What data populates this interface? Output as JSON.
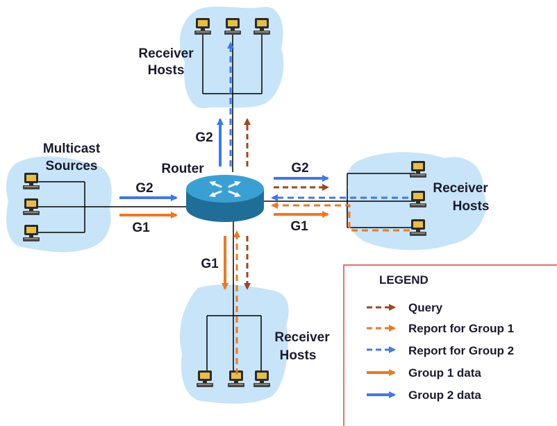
{
  "labels": {
    "multicast_sources_line1": "Multicast",
    "multicast_sources_line2": "Sources",
    "router": "Router",
    "top_receivers_line1": "Receiver",
    "top_receivers_line2": "Hosts",
    "right_receivers_line1": "Receiver",
    "right_receivers_line2": "Hosts",
    "bottom_receivers_line1": "Receiver",
    "bottom_receivers_line2": "Hosts",
    "top_g2": "G2",
    "left_g2": "G2",
    "left_g1": "G1",
    "right_g2": "G2",
    "right_g1": "G1",
    "bottom_g1": "G1"
  },
  "legend": {
    "title": "LEGEND",
    "items": [
      {
        "label": "Query",
        "style": "dashed",
        "color": "#a0461e"
      },
      {
        "label": "Report for Group 1",
        "style": "dashed",
        "color": "#f07820"
      },
      {
        "label": "Report for Group 2",
        "style": "dashed",
        "color": "#3c78f0"
      },
      {
        "label": "Group 1 data",
        "style": "solid",
        "color": "#f07820"
      },
      {
        "label": "Group 2 data",
        "style": "solid",
        "color": "#3c78f0"
      }
    ]
  },
  "colors": {
    "query": "#a0461e",
    "group1": "#f07820",
    "group2": "#3c78f0",
    "cloud": "#c8e4f8",
    "legend_border": "#e04040",
    "router": "#2e8fc0"
  },
  "icons": [
    "computer-icon",
    "router-icon"
  ]
}
